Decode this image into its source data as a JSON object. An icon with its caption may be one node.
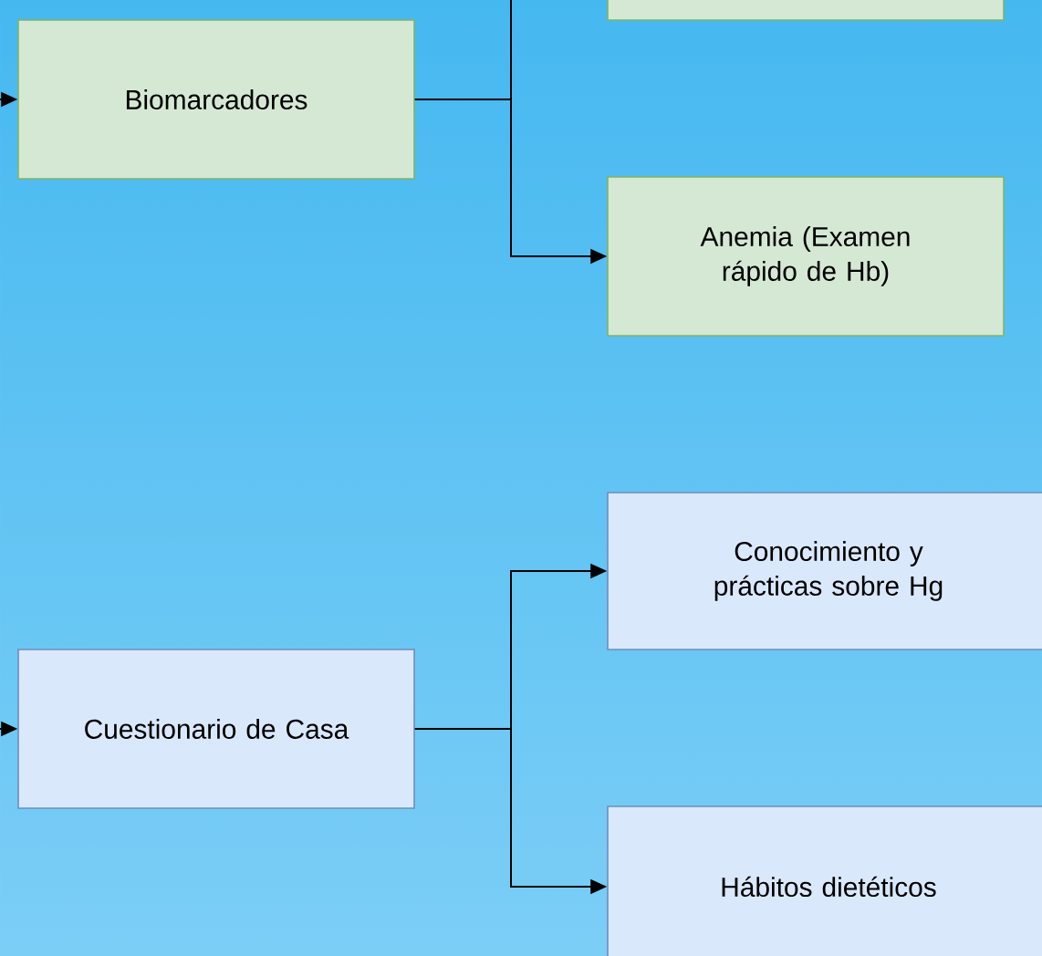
{
  "diagram": {
    "nodes": [
      {
        "text": [],
        "shape": "box"
      },
      {
        "text": [
          "Biomarcadores"
        ]
      },
      {
        "text": [
          "Anemia (Examen rápido de Hb)"
        ]
      },
      {
        "text": [
          "Cuestionario de Casa"
        ]
      },
      {
        "text": [
          "Conocimiento y prácticas sobre Hg"
        ]
      },
      {
        "text": [
          "Hábitos dietéticos"
        ]
      }
    ],
    "edges": [
      {
        "from": null,
        "to": 1,
        "arrow": "to"
      },
      {
        "from": 1,
        "to": 0,
        "arrow": "none"
      },
      {
        "from": 1,
        "to": 2,
        "arrow": "to"
      },
      {
        "from": null,
        "to": 3,
        "arrow": "to"
      },
      {
        "from": 3,
        "to": 4,
        "arrow": "to"
      },
      {
        "from": 3,
        "to": 5,
        "arrow": "to"
      }
    ]
  }
}
